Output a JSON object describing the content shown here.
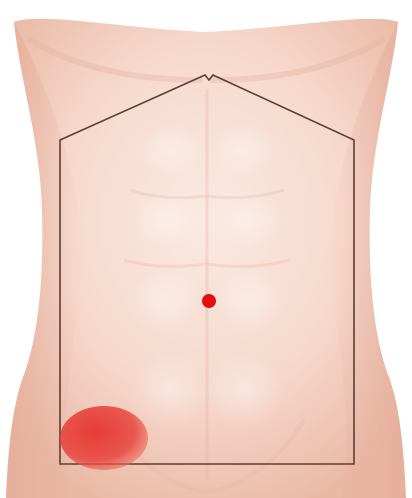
{
  "colors": {
    "background": "#ffffff",
    "skin_light": "#f8e2d8",
    "skin_mid": "#f0cbbb",
    "skin_shadow": "#e2aa97",
    "outline": "#5a3e38",
    "umbilicus_marker": "#e01010",
    "pain_region": "#e5322d"
  },
  "markers": [
    {
      "name": "umbilicus",
      "shape": "dot",
      "color": "#e01010"
    },
    {
      "name": "right-lower-quadrant",
      "shape": "ellipse",
      "color": "#e5322d"
    }
  ]
}
